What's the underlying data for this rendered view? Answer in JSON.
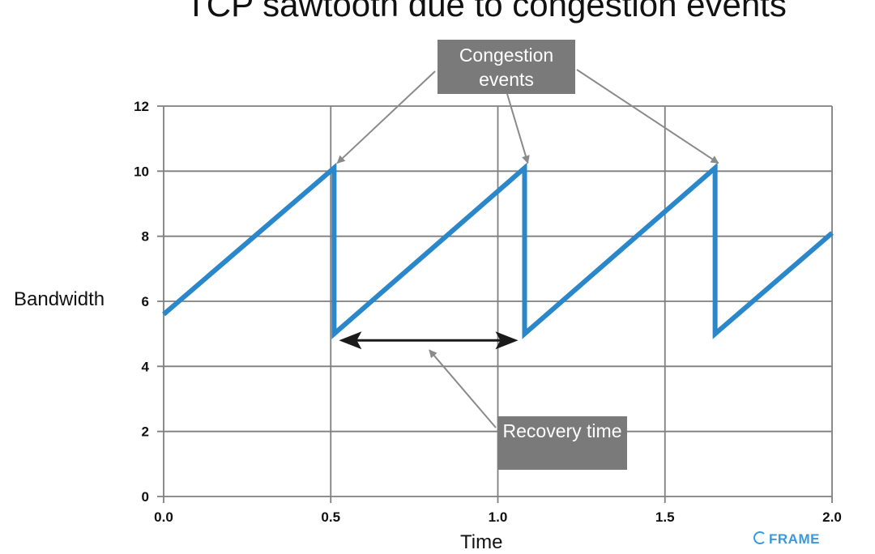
{
  "title": "TCP sawtooth due to congestion events",
  "callouts": {
    "congestion": "Congestion events",
    "recovery": "Recovery time"
  },
  "logo_text": "FRAME",
  "colors": {
    "line": "#2a87c9",
    "grid": "#7f7f7f",
    "callout_bg": "#7a7a7a",
    "logo": "#3a9ad9"
  },
  "chart_data": {
    "type": "line",
    "title": "TCP sawtooth due to congestion events",
    "xlabel": "Time",
    "ylabel": "Bandwidth",
    "xlim": [
      0,
      2
    ],
    "ylim": [
      0,
      12
    ],
    "xticks": [
      "0.0",
      "0.5",
      "1.0",
      "1.5",
      "2.0"
    ],
    "yticks": [
      "0",
      "2",
      "4",
      "6",
      "8",
      "10",
      "12"
    ],
    "grid": true,
    "series": [
      {
        "x": [
          0.0,
          0.51,
          0.51,
          1.08,
          1.08,
          1.65,
          1.65,
          2.0
        ],
        "y": [
          5.6,
          10.1,
          5.0,
          10.1,
          5.0,
          10.1,
          5.0,
          8.1
        ]
      }
    ],
    "congestion_events_x": [
      0.51,
      1.08,
      1.65
    ],
    "recovery_interval": [
      0.51,
      1.08
    ]
  }
}
